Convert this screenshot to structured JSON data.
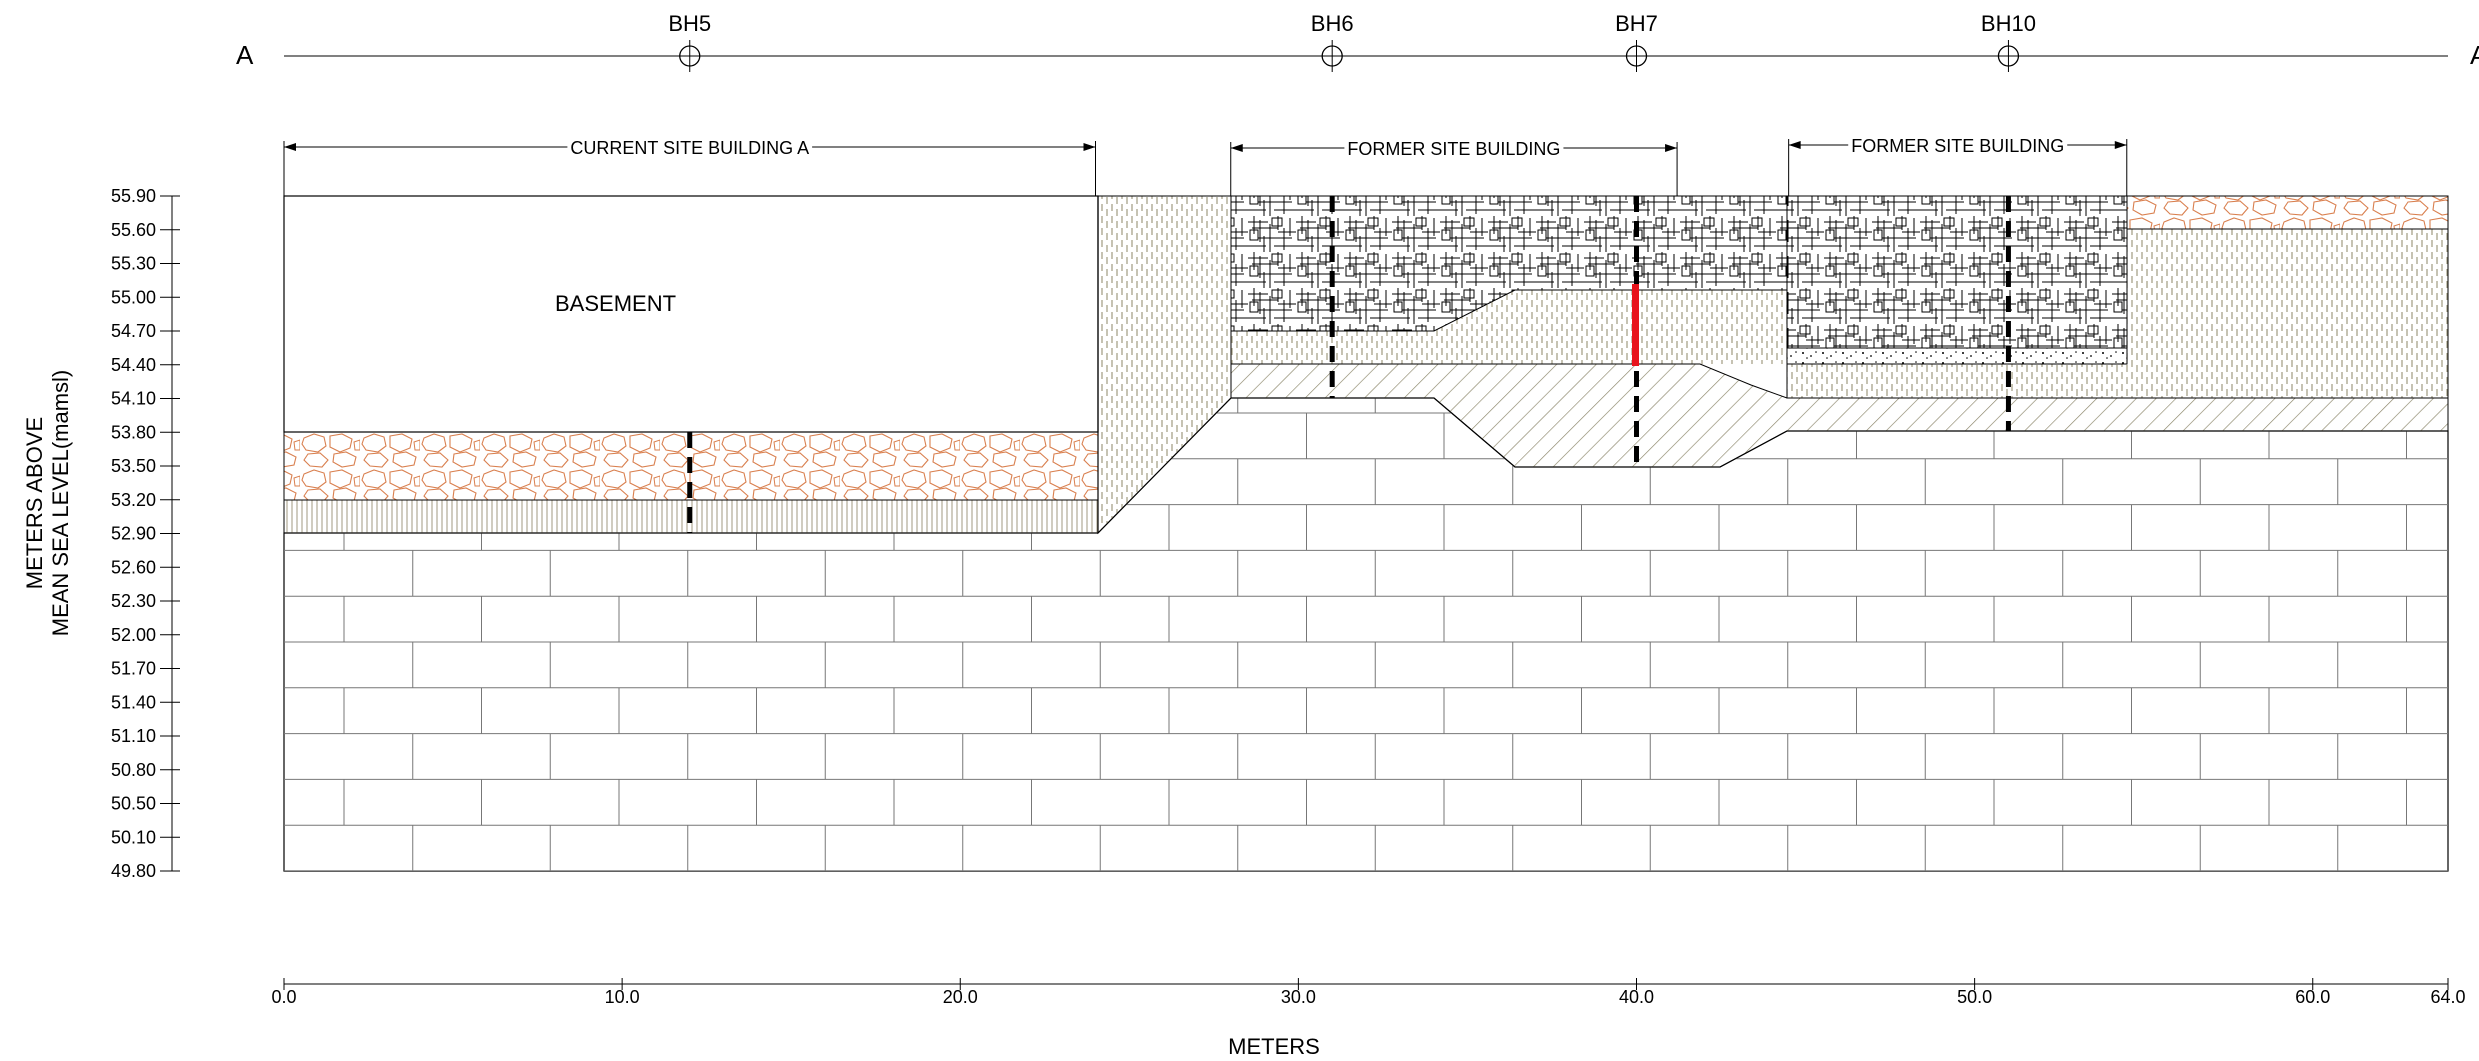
{
  "section": {
    "start_label": "A",
    "end_label": "A'"
  },
  "boreholes": [
    {
      "name": "BH5",
      "x_m": 12.0
    },
    {
      "name": "BH6",
      "x_m": 31.0
    },
    {
      "name": "BH7",
      "x_m": 40.0
    },
    {
      "name": "BH10",
      "x_m": 51.0
    }
  ],
  "buildings": [
    {
      "label": "CURRENT SITE BUILDING A",
      "from_m": 0.0,
      "to_m": 24.0
    },
    {
      "label": "FORMER SITE BUILDING",
      "from_m": 28.0,
      "to_m": 41.2
    },
    {
      "label": "FORMER SITE BUILDING",
      "from_m": 44.5,
      "to_m": 54.5
    }
  ],
  "basement_label": "BASEMENT",
  "y_axis": {
    "title_line1": "METERS ABOVE",
    "title_line2": "MEAN SEA LEVEL(mamsl)",
    "ticks": [
      "55.90",
      "55.60",
      "55.30",
      "55.00",
      "54.70",
      "54.40",
      "54.10",
      "53.80",
      "53.50",
      "53.20",
      "52.90",
      "52.60",
      "52.30",
      "52.00",
      "51.70",
      "51.40",
      "51.10",
      "50.80",
      "50.50",
      "50.10",
      "49.80"
    ]
  },
  "x_axis": {
    "title": "METERS",
    "ticks": [
      {
        "v": 0,
        "label": "0.0"
      },
      {
        "v": 10,
        "label": "10.0"
      },
      {
        "v": 20,
        "label": "20.0"
      },
      {
        "v": 30,
        "label": "30.0"
      },
      {
        "v": 40,
        "label": "40.0"
      },
      {
        "v": 50,
        "label": "50.0"
      },
      {
        "v": 60,
        "label": "60.0"
      },
      {
        "v": 64,
        "label": "64.0"
      }
    ]
  },
  "colors": {
    "fill_pattern": "#a09a80",
    "gravel": "#d9804f",
    "highlight": "#e8141c",
    "line": "#000000"
  }
}
